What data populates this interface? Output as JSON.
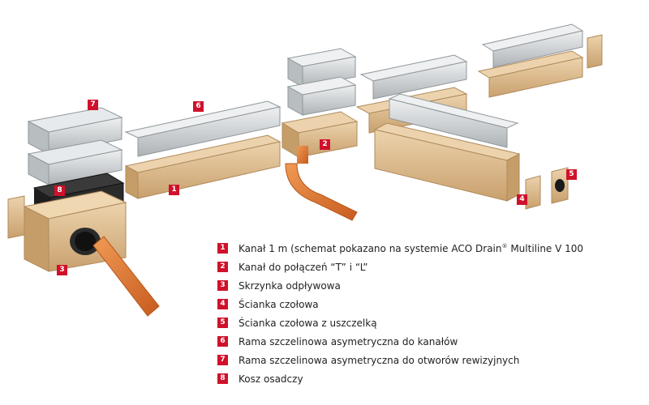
{
  "callouts": {
    "c1": "1",
    "c2": "2",
    "c3": "3",
    "c4": "4",
    "c5": "5",
    "c6": "6",
    "c7": "7",
    "c8": "8"
  },
  "legend": [
    {
      "num": "1",
      "text_before": "Kanał 1 m (schemat pokazano na systemie ACO Drain",
      "mark": "®",
      "text_after": " Multiline V 100"
    },
    {
      "num": "2",
      "text": "Kanał do połączeń “T” i “L”"
    },
    {
      "num": "3",
      "text": "Skrzynka odpływowa"
    },
    {
      "num": "4",
      "text": "Ścianka czołowa"
    },
    {
      "num": "5",
      "text": "Ścianka czołowa z uszczelką"
    },
    {
      "num": "6",
      "text": "Rama szczelinowa asymetryczna do kanałów"
    },
    {
      "num": "7",
      "text": "Rama szczelinowa asymetryczna do otworów rewizyjnych"
    },
    {
      "num": "8",
      "text": "Kosz osadczy"
    }
  ],
  "colors": {
    "brand_red": "#d0112b",
    "concrete": "#e1bf92",
    "concrete_dark": "#c49a6a",
    "steel": "#cfd3d6",
    "steel_dark": "#9ea4a8",
    "pipe": "#e0752e",
    "basket": "#222222"
  },
  "icons": {
    "pipe": "orange-drain-pipe-icon",
    "basket": "black-sediment-basket-icon"
  }
}
